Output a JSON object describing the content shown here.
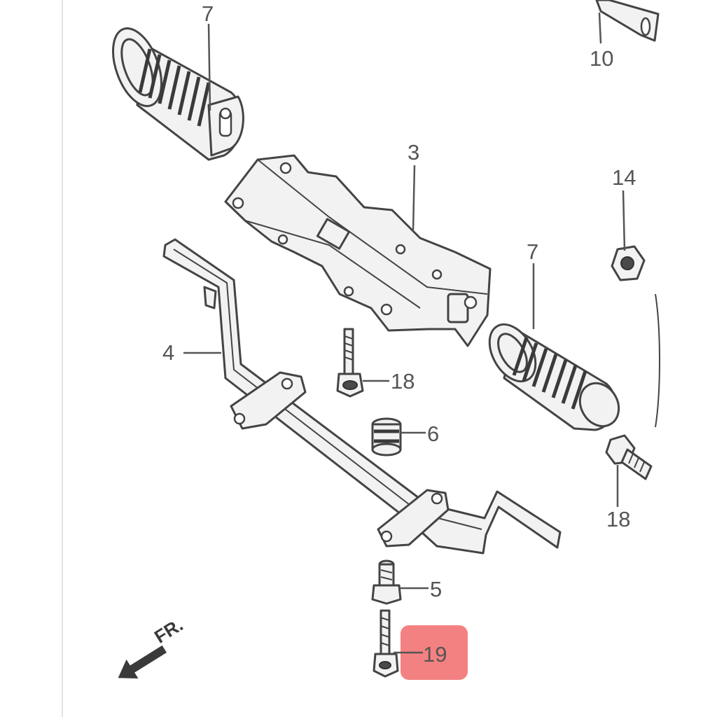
{
  "callouts": [
    {
      "id": "p7a",
      "text": "7"
    },
    {
      "id": "p10",
      "text": "10"
    },
    {
      "id": "p3",
      "text": "3"
    },
    {
      "id": "p14",
      "text": "14"
    },
    {
      "id": "p7b",
      "text": "7"
    },
    {
      "id": "p4",
      "text": "4"
    },
    {
      "id": "p18a",
      "text": "18"
    },
    {
      "id": "p6",
      "text": "6"
    },
    {
      "id": "p18b",
      "text": "18"
    },
    {
      "id": "p5",
      "text": "5"
    },
    {
      "id": "p19",
      "text": "19"
    }
  ],
  "direction_marker": {
    "text": "FR."
  },
  "highlight": {
    "target": "19",
    "color": "#f26b6b"
  },
  "colors": {
    "line": "#555555",
    "highlight": "#f26b6b",
    "background": "#ffffff"
  }
}
